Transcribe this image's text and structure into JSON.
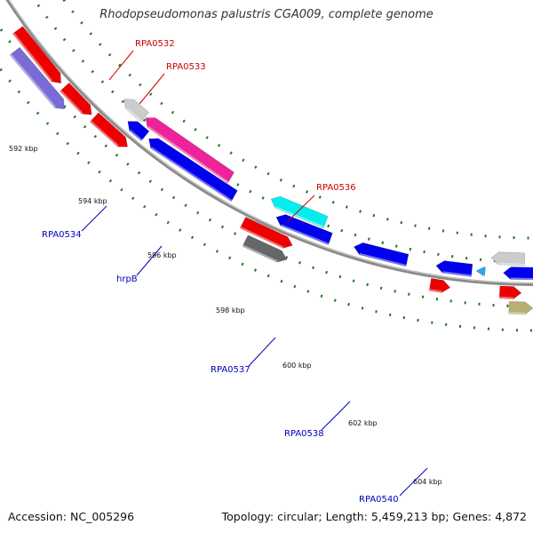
{
  "title": "Rhodopseudomonas palustris CGA009, complete genome",
  "footer": {
    "accession": "Accession: NC_005296",
    "summary": "Topology: circular; Length: 5,459,213 bp; Genes: 4,872"
  },
  "colors": {
    "backbone": "#8a8a8a",
    "tick": "#1f7a1f",
    "label_forward": "#cc0000",
    "label_reverse": "#0000bb"
  },
  "ticks": [
    "592 kbp",
    "594 kbp",
    "596 kbp",
    "598 kbp",
    "600 kbp",
    "602 kbp",
    "604 kbp"
  ],
  "gene_labels": [
    "RPA0532",
    "RPA0533",
    "RPA0536",
    "RPA0534",
    "hrpB",
    "RPA0537",
    "RPA0538",
    "RPA0540"
  ],
  "genes": [
    {
      "color": "#7a6cd6"
    },
    {
      "color": "#ee0000"
    },
    {
      "color": "#ee0000"
    },
    {
      "color": "#ee0000"
    },
    {
      "color": "#0000ee"
    },
    {
      "color": "#cccccc"
    },
    {
      "color": "#0000ee"
    },
    {
      "color": "#ee2299"
    },
    {
      "color": "#666666"
    },
    {
      "color": "#ee0000"
    },
    {
      "color": "#0000ee"
    },
    {
      "color": "#00eeee"
    },
    {
      "color": "#0000ee"
    },
    {
      "color": "#ee0000"
    },
    {
      "color": "#0000ee"
    },
    {
      "color": "#b8b070"
    },
    {
      "color": "#ee0000"
    },
    {
      "color": "#22aaee"
    },
    {
      "color": "#0000ee"
    },
    {
      "color": "#cccccc"
    },
    {
      "color": "#0000ee"
    }
  ]
}
